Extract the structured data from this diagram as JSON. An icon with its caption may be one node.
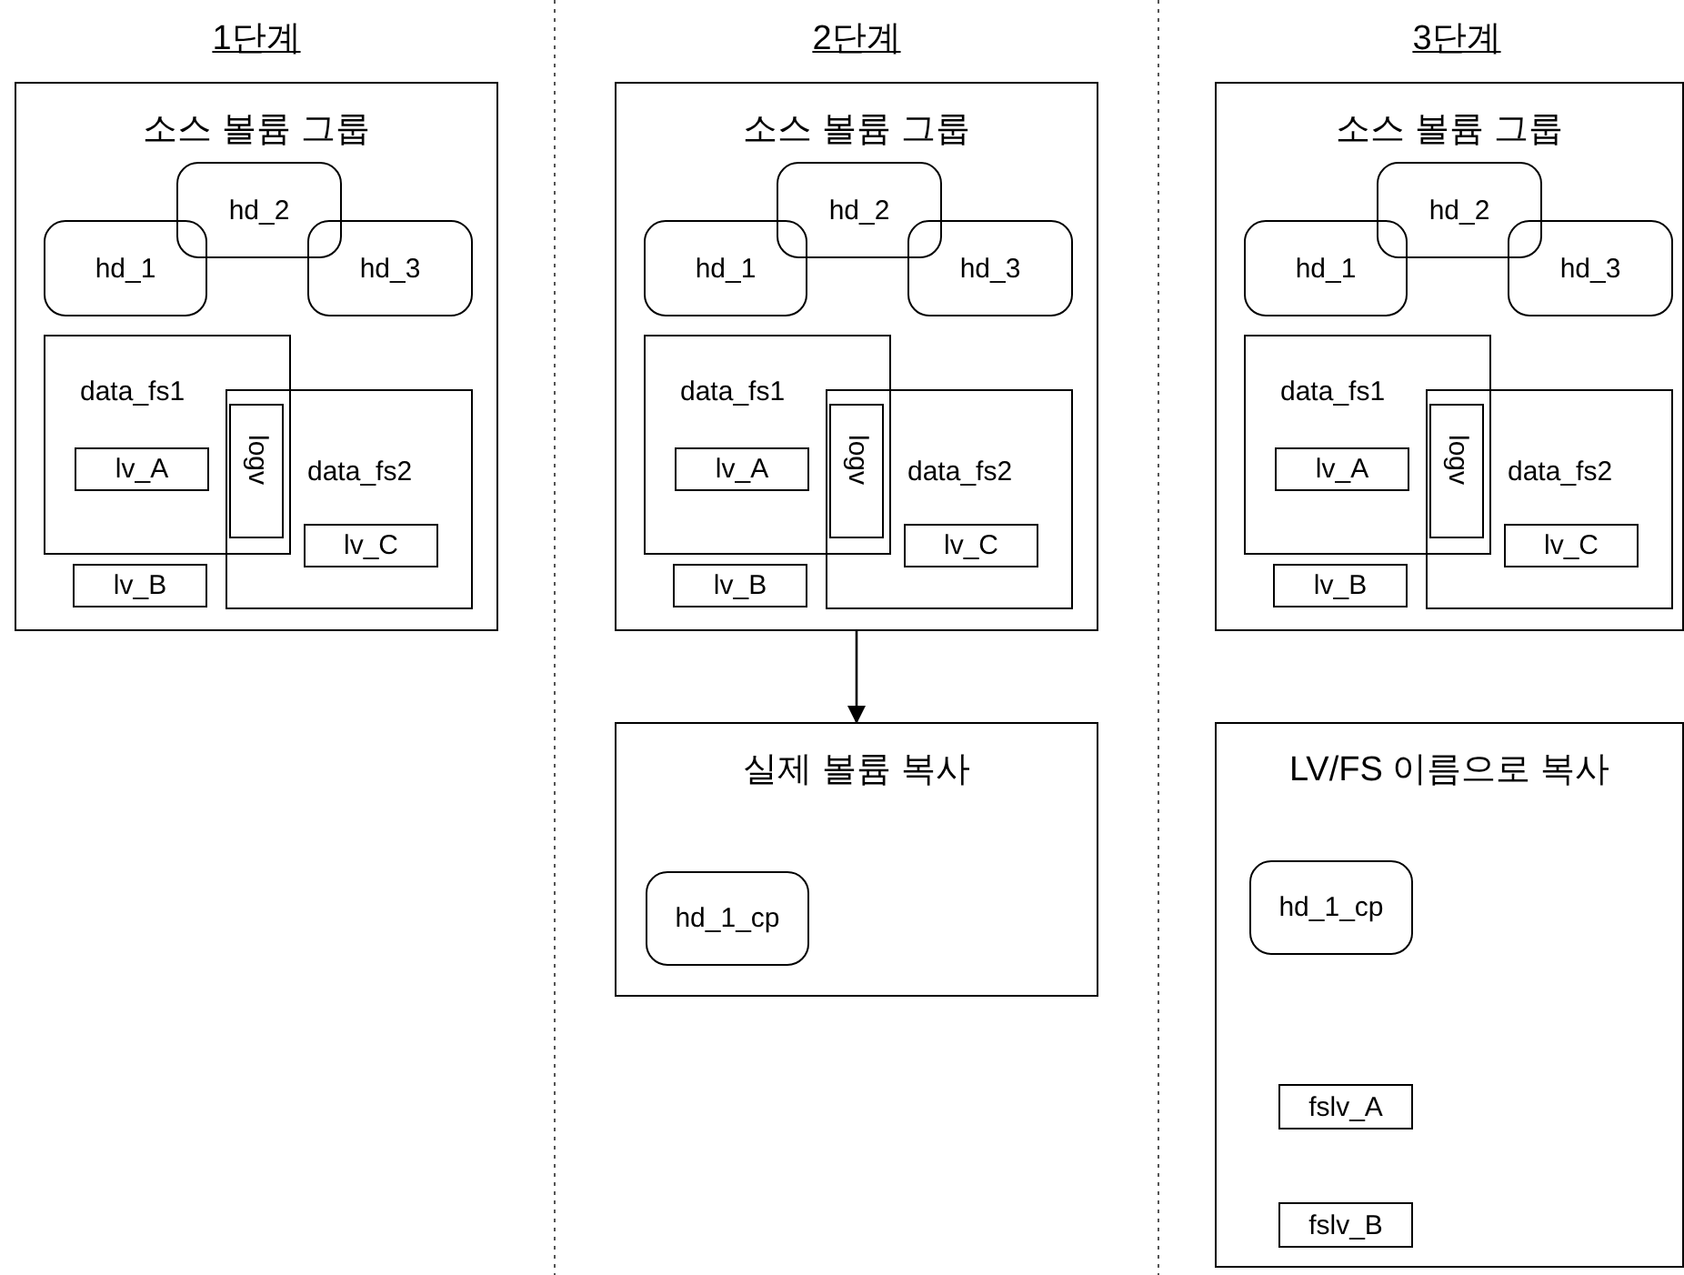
{
  "diagram": {
    "nodes": [
      {
        "text": [
          "소스 볼륨 그룹"
        ]
      },
      {
        "text": [
          "hd_1"
        ],
        "in": 0
      },
      {
        "text": [
          "hd_2"
        ],
        "in": 0
      },
      {
        "text": [
          "hd_3"
        ],
        "in": 0
      },
      {
        "text": [
          "data_fs1"
        ],
        "in": 0
      },
      {
        "text": [
          "lv_A"
        ],
        "in": 4
      },
      {
        "text": [
          "logv"
        ]
      },
      {
        "text": [
          "data_fs2"
        ],
        "in": 0
      },
      {
        "text": [
          "lv_C"
        ],
        "in": 7
      },
      {
        "text": [
          "lv_B"
        ],
        "in": 0
      },
      {
        "text": [
          "소스 볼륨 그룹"
        ]
      },
      {
        "text": [
          "hd_1"
        ],
        "in": 10
      },
      {
        "text": [
          "hd_2"
        ],
        "in": 10
      },
      {
        "text": [
          "hd_3"
        ],
        "in": 10
      },
      {
        "text": [
          "data_fs1"
        ],
        "in": 10
      },
      {
        "text": [
          "lv_A"
        ],
        "in": 14
      },
      {
        "text": [
          "logv"
        ]
      },
      {
        "text": [
          "data_fs2"
        ],
        "in": 10
      },
      {
        "text": [
          "lv_C"
        ],
        "in": 17
      },
      {
        "text": [
          "lv_B"
        ],
        "in": 10
      },
      {
        "text": [
          "실제 볼륨 복사"
        ]
      },
      {
        "text": [
          "hd_1_cp"
        ],
        "in": 20
      },
      {
        "text": [
          "소스 볼륨 그룹"
        ]
      },
      {
        "text": [
          "hd_1"
        ],
        "in": 22
      },
      {
        "text": [
          "hd_2"
        ],
        "in": 22
      },
      {
        "text": [
          "hd_3"
        ],
        "in": 22
      },
      {
        "text": [
          "data_fs1"
        ],
        "in": 22
      },
      {
        "text": [
          "lv_A"
        ],
        "in": 26
      },
      {
        "text": [
          "logv"
        ]
      },
      {
        "text": [
          "data_fs2"
        ],
        "in": 22
      },
      {
        "text": [
          "lv_C"
        ],
        "in": 29
      },
      {
        "text": [
          "lv_B"
        ],
        "in": 22
      },
      {
        "text": [
          "LV/FS 이름으로 복사"
        ]
      },
      {
        "text": [
          "hd_1_cp"
        ],
        "in": 32
      },
      {
        "text": [
          "fslv_A"
        ],
        "in": 32
      },
      {
        "text": [
          "fslv_B"
        ],
        "in": 32
      }
    ],
    "edges": [
      {
        "from": 10,
        "to": 20,
        "arrow": "to"
      }
    ],
    "labels": [
      "1단계",
      "2단계",
      "3단계"
    ]
  }
}
